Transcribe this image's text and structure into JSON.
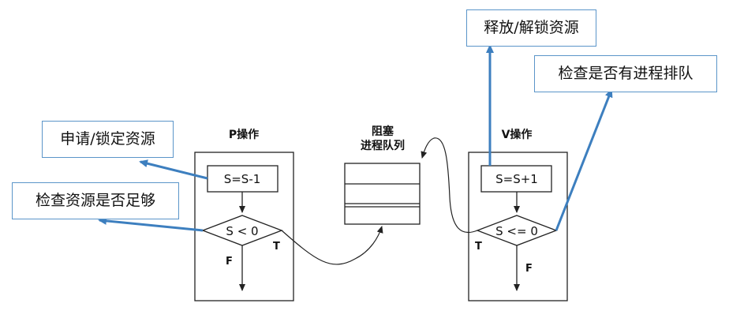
{
  "callouts": {
    "acquire_lock": "申请/锁定资源",
    "check_sufficient": "检查资源是否足够",
    "release_unlock": "释放/解锁资源",
    "check_queue": "检查是否有进程排队"
  },
  "p_operation": {
    "title": "P操作",
    "step": "S=S-1",
    "condition": "S < 0",
    "true_label": "T",
    "false_label": "F"
  },
  "v_operation": {
    "title": "V操作",
    "step": "S=S+1",
    "condition": "S <= 0",
    "true_label": "T",
    "false_label": "F"
  },
  "queue": {
    "title_line1": "阻塞",
    "title_line2": "进程队列"
  },
  "colors": {
    "callout_arrow": "#3d7fbf",
    "callout_border": "#5b95c9",
    "line": "#222222"
  }
}
